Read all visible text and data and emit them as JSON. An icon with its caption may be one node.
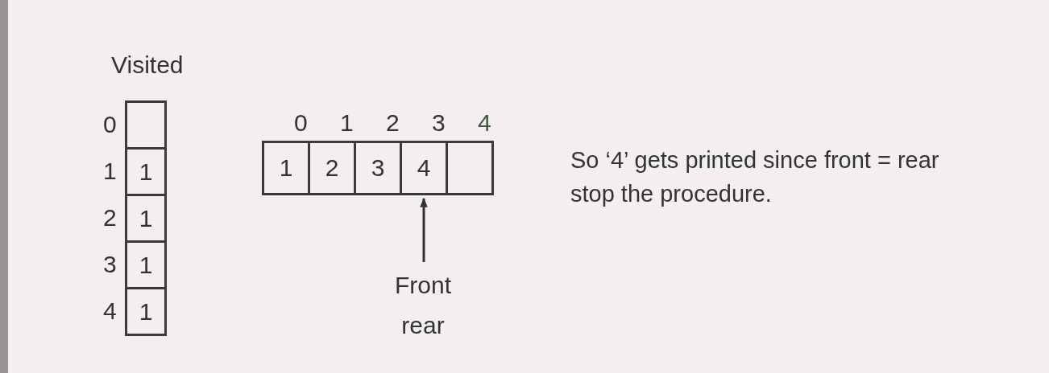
{
  "diagram": {
    "nodes": [
      {
        "text": [],
        "shape": "box"
      },
      {
        "text": [
          "1"
        ]
      },
      {
        "text": [
          "1"
        ]
      },
      {
        "text": [
          "1"
        ]
      },
      {
        "text": [
          "1"
        ]
      },
      {
        "text": [
          "1"
        ]
      },
      {
        "text": [
          "2"
        ]
      },
      {
        "text": [
          "3"
        ]
      },
      {
        "text": [
          "4"
        ]
      },
      {
        "text": [],
        "shape": "box"
      },
      {
        "text": [
          "Front rear"
        ]
      }
    ],
    "edges": [
      {
        "from": 10,
        "to": 8,
        "arrow": "to"
      }
    ],
    "labels": [
      "Visited",
      "0",
      "0",
      "1",
      "2",
      "3",
      "4",
      "So ‘4’ gets printed since front = rear stop the procedure.",
      "1",
      "2",
      "3",
      "4"
    ]
  }
}
